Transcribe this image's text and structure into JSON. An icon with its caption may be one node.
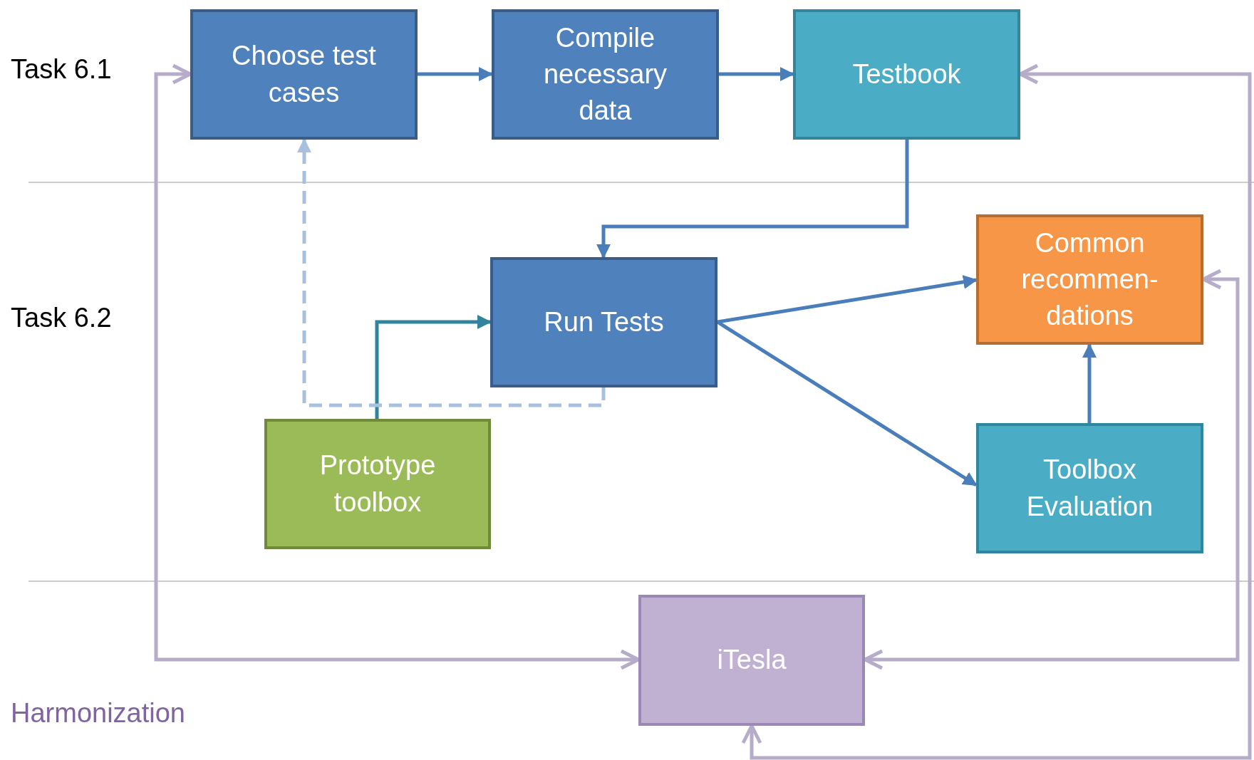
{
  "diagram": {
    "nodes": [
      {
        "text": [
          "Choose test cases"
        ]
      },
      {
        "text": [
          "Compile necessary data"
        ]
      },
      {
        "text": [
          "Testbook"
        ]
      },
      {
        "text": [
          "Common recommen-dations"
        ]
      },
      {
        "text": [
          "Run Tests"
        ]
      },
      {
        "text": [
          "Prototype toolbox"
        ]
      },
      {
        "text": [
          "Toolbox Evaluation"
        ]
      },
      {
        "text": [
          "iTesla"
        ]
      }
    ],
    "edges": [
      {
        "from": 0,
        "to": 1,
        "arrow": "to"
      },
      {
        "from": 1,
        "to": 2,
        "arrow": "to"
      },
      {
        "from": 2,
        "to": 4,
        "arrow": "to"
      },
      {
        "from": 4,
        "to": 3,
        "arrow": "to"
      },
      {
        "from": 4,
        "to": 6,
        "arrow": "to"
      },
      {
        "from": 6,
        "to": 3,
        "arrow": "to"
      },
      {
        "from": 5,
        "to": 4,
        "arrow": "to",
        "color": "#31849b"
      },
      {
        "from": 4,
        "to": 0,
        "arrow": "to",
        "style": "dashed",
        "color": "#a7c0e0"
      },
      {
        "from": 7,
        "to": 0,
        "arrow": "both",
        "color": "#b6acca"
      },
      {
        "from": 2,
        "to": 7,
        "arrow": "both",
        "color": "#b6acca"
      },
      {
        "from": 7,
        "to": 3,
        "arrow": "both",
        "color": "#b6acca"
      }
    ],
    "labels": [
      "Task 6.1",
      "Task 6.2",
      "Harmonization"
    ]
  }
}
